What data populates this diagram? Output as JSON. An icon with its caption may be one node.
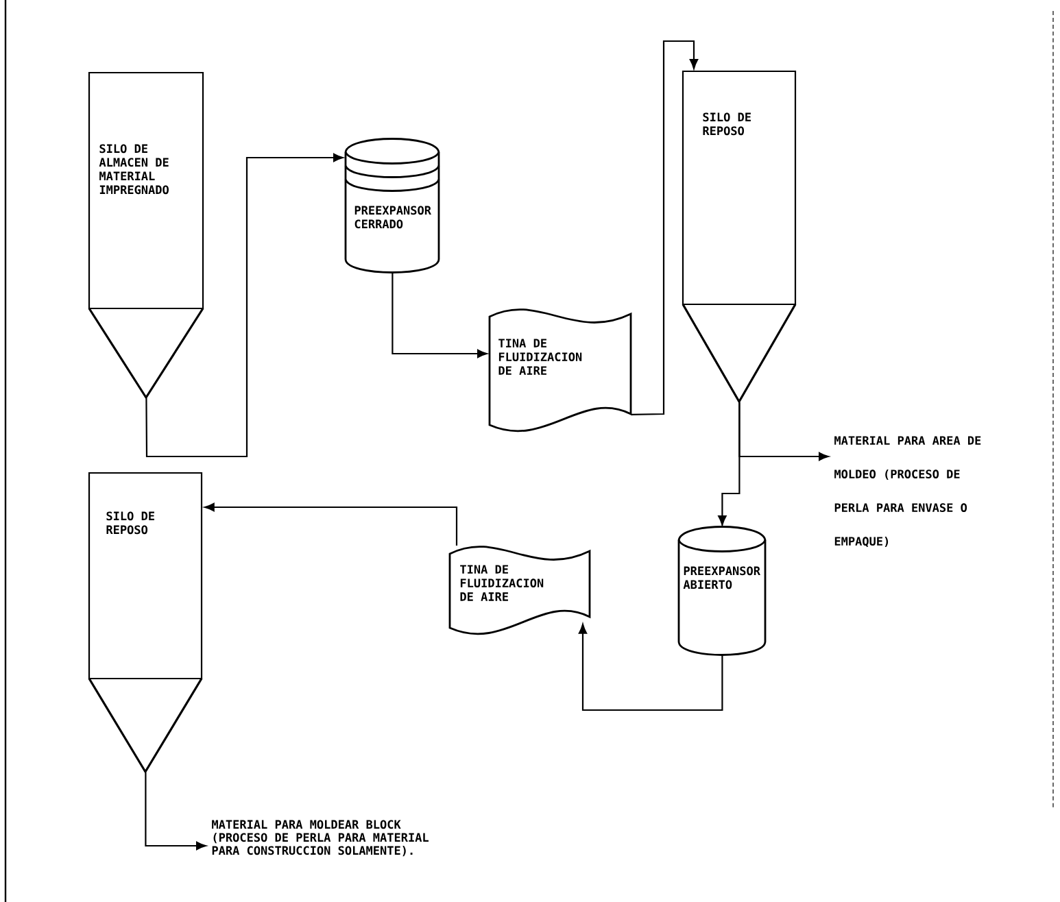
{
  "diagram": {
    "nodes": [
      {
        "text": [
          "SILO DE ALMACEN DE MATERIAL IMPREGNADO"
        ]
      },
      {
        "text": [
          "PREEXPANSOR CERRADO"
        ]
      },
      {
        "text": [
          "TINA DE FLUIDIZACION DE AIRE"
        ]
      },
      {
        "text": [
          "SILO DE REPOSO"
        ]
      },
      {
        "text": [
          "PREEXPANSOR ABIERTO"
        ]
      },
      {
        "text": [
          "TINA DE FLUIDIZACION DE AIRE"
        ]
      },
      {
        "text": [
          "SILO DE REPOSO"
        ]
      },
      {
        "text": [
          "MATERIAL PARA AREA DE MOLDEO (PROCESO DE PERLA PARA ENVASE O EMPAQUE)"
        ]
      },
      {
        "text": [
          "MATERIAL PARA MOLDEAR BLOCK (PROCESO DE PERLA PARA MATERIAL PARA CONSTRUCCION SOLAMENTE)."
        ]
      }
    ],
    "edges": [
      {
        "from": 0,
        "to": 1,
        "arrow": "to"
      },
      {
        "from": 1,
        "to": 2,
        "arrow": "to"
      },
      {
        "from": 2,
        "to": 3,
        "arrow": "to"
      },
      {
        "from": 3,
        "to": 7,
        "arrow": "to"
      },
      {
        "from": 3,
        "to": 4,
        "arrow": "to"
      },
      {
        "from": 4,
        "to": 5,
        "arrow": "to"
      },
      {
        "from": 5,
        "to": 6,
        "arrow": "to"
      },
      {
        "from": 6,
        "to": 8,
        "arrow": "to"
      }
    ]
  }
}
